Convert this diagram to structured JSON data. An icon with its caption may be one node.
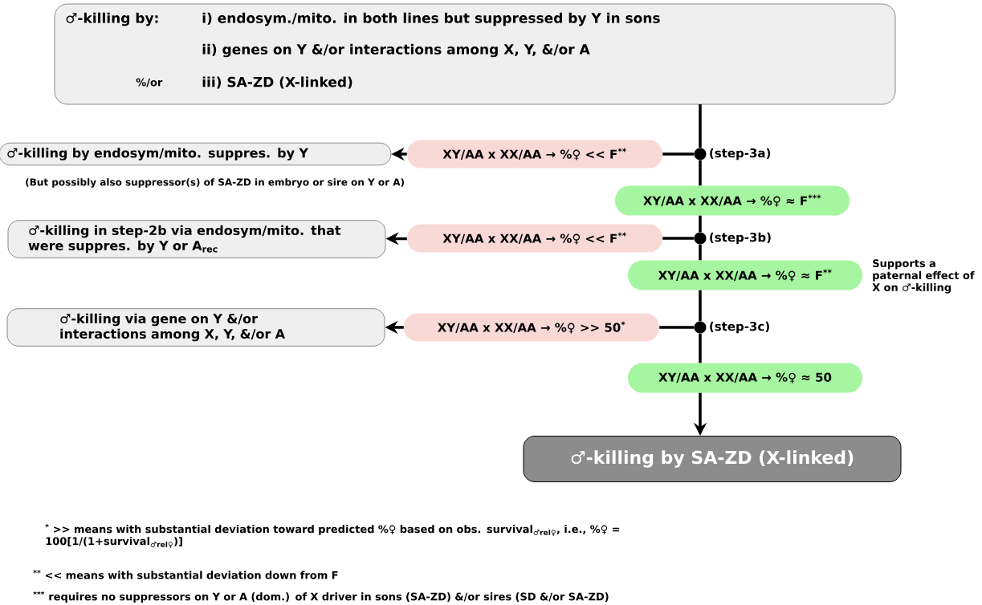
{
  "diagram": {
    "nodes": [
      {
        "text": [
          "♂-killing by:",
          "i) endosym./mito. in both lines but suppressed by Y in sons",
          "ii) genes on Y &/or interactions among X, Y, &/or A",
          "%/or",
          "iii) SA-ZD (X-linked)"
        ]
      },
      {
        "text": [
          "♂-killing by endosym/mito. suppres. by Y"
        ],
        "beside": [
          "(But possibly also suppressor(s) of SA-ZD in embryo or sire on Y or A)"
        ]
      },
      {
        "text": [
          "XY/AA x XX/AA → %♀ << F$^{**}$"
        ]
      },
      {
        "text": [],
        "shape": "circle",
        "beside": [
          "(step-3a)"
        ]
      },
      {
        "text": [
          "XY/AA x XX/AA → %♀ ≈ F$^{***}$"
        ]
      },
      {
        "text": [
          "♂-killing in step-2b via endosym/mito. that were suppres. by Y or A$_{rec}$"
        ]
      },
      {
        "text": [
          "XY/AA x XX/AA → %♀ << F$^{**}$"
        ]
      },
      {
        "text": [],
        "shape": "circle",
        "beside": [
          "(step-3b)"
        ]
      },
      {
        "text": [
          "XY/AA x XX/AA → %♀ ≈ F$^{**}$"
        ],
        "beside": [
          "Supports a paternal effect of X on ♂-killing"
        ]
      },
      {
        "text": [
          "♂-killing via gene on Y &/or interactions among X, Y, &/or A"
        ]
      },
      {
        "text": [
          "XY/AA x XX/AA → %♀ >> 50$^{*}$"
        ]
      },
      {
        "text": [],
        "shape": "circle",
        "beside": [
          "(step-3c)"
        ]
      },
      {
        "text": [
          "XY/AA x XX/AA → %♀ ≈ 50"
        ]
      },
      {
        "text": [
          "♂-killing by SA-ZD (X-linked)"
        ]
      }
    ],
    "edges": [
      {
        "from": 0,
        "to": 3,
        "arrow": "none"
      },
      {
        "from": 3,
        "to": 4,
        "arrow": "none"
      },
      {
        "from": 4,
        "to": 7,
        "arrow": "none"
      },
      {
        "from": 7,
        "to": 8,
        "arrow": "none"
      },
      {
        "from": 8,
        "to": 11,
        "arrow": "none"
      },
      {
        "from": 11,
        "to": 12,
        "arrow": "none"
      },
      {
        "from": 12,
        "to": 13,
        "arrow": "to"
      },
      {
        "from": 3,
        "to": 2,
        "arrow": "none"
      },
      {
        "from": 2,
        "to": 1,
        "arrow": "to"
      },
      {
        "from": 7,
        "to": 6,
        "arrow": "none"
      },
      {
        "from": 6,
        "to": 5,
        "arrow": "to"
      },
      {
        "from": 11,
        "to": 10,
        "arrow": "none"
      },
      {
        "from": 10,
        "to": 9,
        "arrow": "to"
      }
    ],
    "labels": [
      "$^{*}$ >> means with substantial deviation toward predicted %♀ based on obs. survival$_{♂rel♀}$, i.e., %♀ = 100[1/(1+survival$_{♂rel♀}$)]",
      "$^{**}$ << means with substantial deviation down from F",
      "$^{***}$ requires no suppressors on Y or A (dom.) of X driver in sons (SA-ZD) &/or sires (SD &/or SA-ZD)"
    ]
  }
}
